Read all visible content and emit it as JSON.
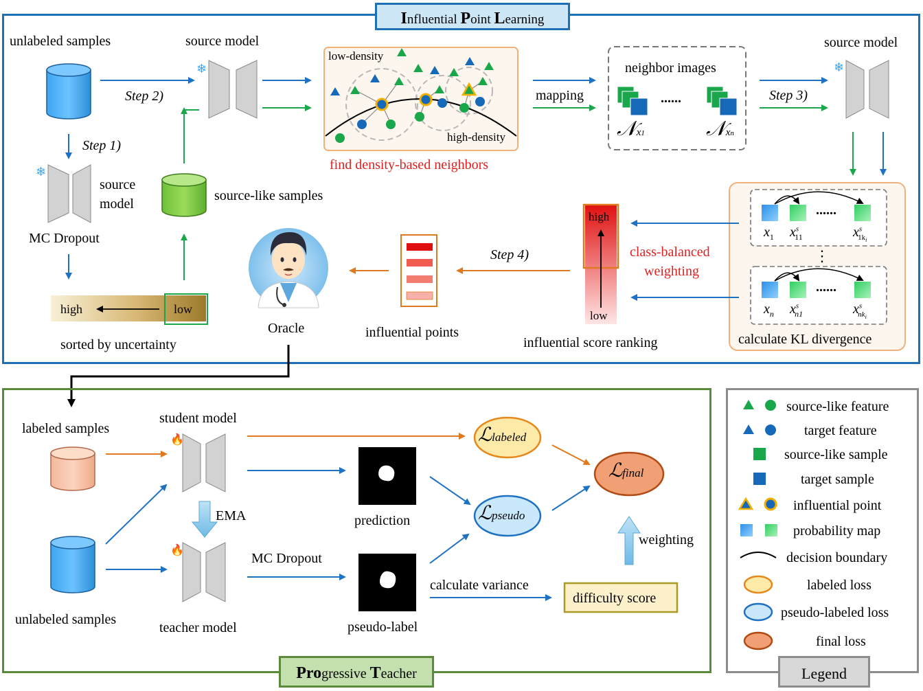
{
  "top_panel": {
    "title_parts": [
      {
        "big": "I",
        "small": "nfluential "
      },
      {
        "big": "P",
        "small": "oint "
      },
      {
        "big": "L",
        "small": "earning"
      }
    ],
    "unlabeled_samples": "unlabeled samples",
    "source_model_1": "source model",
    "step2": "Step 2)",
    "step1": "Step 1)",
    "source_model_2a": "source",
    "source_model_2b": "model",
    "mc_dropout": "MC Dropout",
    "source_like_samples": "source-like samples",
    "sort_high": "high",
    "sort_low": "low",
    "sorted_by_uncertainty": "sorted by uncertainty",
    "low_density": "low-density",
    "high_density": "high-density",
    "find_neighbors": "find density-based neighbors",
    "mapping": "mapping",
    "neighbor_images": "neighbor images",
    "dots": "......",
    "N_symbol": "𝒩",
    "nx1_sub": "x",
    "nx1_idx": "1",
    "nxn_idx": "n",
    "step3": "Step 3)",
    "source_model_3": "source model",
    "kl_x1": "x",
    "kl_x1_sub": "1",
    "kl_x11": "x",
    "kl_x11_sup": "s",
    "kl_x11_sub": "11",
    "kl_x1k": "x",
    "kl_x1k_sup": "s",
    "kl_x1k_sub": "1k",
    "kl_x1k_subsub": "i",
    "kl_xn": "x",
    "kl_xn_sub": "n",
    "kl_xn1": "x",
    "kl_xn1_sup": "s",
    "kl_xn1_sub": "n1",
    "kl_xnk": "x",
    "kl_xnk_sup": "s",
    "kl_xnk_sub": "nk",
    "kl_xnk_subsub": "i",
    "vdots": "⋮",
    "calc_kl": "calculate  KL divergence",
    "class_balanced_1": "class-balanced",
    "class_balanced_2": "weighting",
    "rank_high": "high",
    "rank_low": "low",
    "influential_score_ranking": "influential score ranking",
    "step4": "Step 4)",
    "influential_points": "influential points",
    "oracle": "Oracle"
  },
  "bottom_panel": {
    "title_parts": [
      {
        "big": "Pro",
        "small": "gressive "
      },
      {
        "big": "T",
        "small": "eacher"
      }
    ],
    "labeled_samples": "labeled samples",
    "unlabeled_samples": "unlabeled samples",
    "student_model": "student model",
    "teacher_model": "teacher model",
    "ema": "EMA",
    "mc_dropout": "MC Dropout",
    "prediction": "prediction",
    "pseudo_label": "pseudo-label",
    "calc_variance": "calculate variance",
    "difficulty_score": "difficulty score",
    "weighting": "weighting",
    "loss_symbol": "ℒ",
    "loss_labeled_sub": "labeled",
    "loss_pseudo_sub": "pseudo",
    "loss_final_sub": "final"
  },
  "legend": {
    "title": "Legend",
    "items": [
      "source-like feature",
      "target feature",
      "source-like sample",
      "target sample",
      "influential point",
      "probability map",
      "decision boundary",
      "labeled loss",
      "pseudo-labeled loss",
      "final loss"
    ]
  },
  "colors": {
    "blue_frame": "#1f6fb5",
    "title_fill": "#cde7f7",
    "green_frame": "#5b8a3a",
    "green_title_fill": "#c4e0ae",
    "gray_frame": "#8c8c8c",
    "arrow_blue": "#1f72c2",
    "arrow_green": "#1aa64a",
    "arrow_orange": "#e07a1f",
    "red_text": "#e02020",
    "feature_green": "#1aa64a",
    "feature_blue": "#1668b8"
  }
}
